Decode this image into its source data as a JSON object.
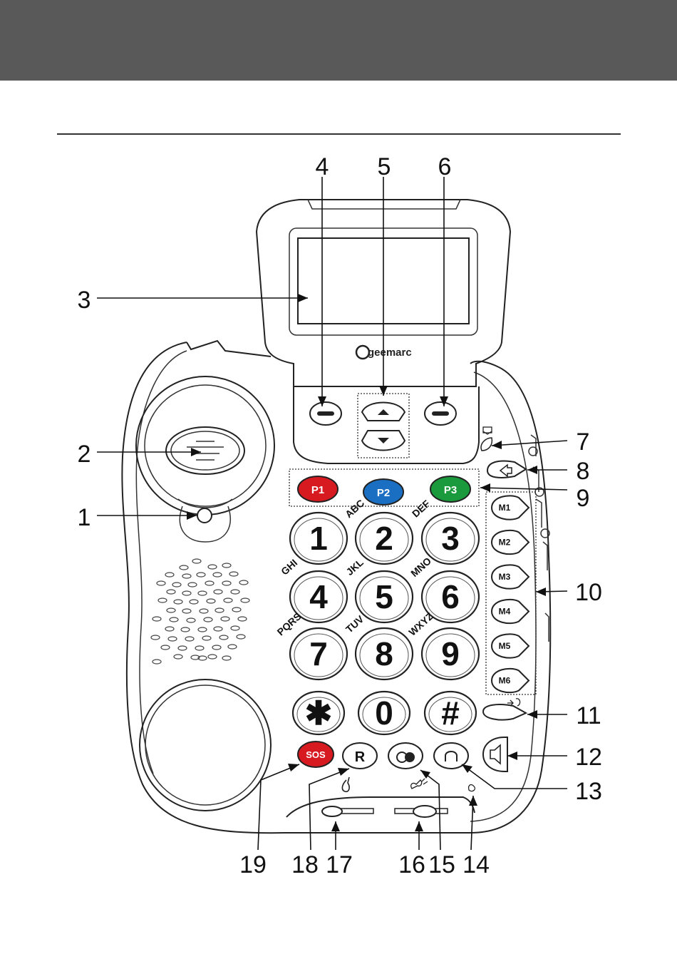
{
  "brand": "geemarc",
  "callouts": [
    "1",
    "2",
    "3",
    "4",
    "5",
    "6",
    "7",
    "8",
    "9",
    "10",
    "11",
    "12",
    "13",
    "14",
    "15",
    "16",
    "17",
    "18",
    "19"
  ],
  "keypad": {
    "keys": [
      {
        "digit": "1",
        "letters": ""
      },
      {
        "digit": "2",
        "letters": "ABC"
      },
      {
        "digit": "3",
        "letters": "DEF"
      },
      {
        "digit": "4",
        "letters": "GHI"
      },
      {
        "digit": "5",
        "letters": "JKL"
      },
      {
        "digit": "6",
        "letters": "MNO"
      },
      {
        "digit": "7",
        "letters": "PQRS"
      },
      {
        "digit": "8",
        "letters": "TUV"
      },
      {
        "digit": "9",
        "letters": "WXYZ"
      },
      {
        "digit": "✱",
        "letters": ""
      },
      {
        "digit": "0",
        "letters": ""
      },
      {
        "digit": "#",
        "letters": ""
      }
    ]
  },
  "photo_keys": [
    {
      "label": "P1",
      "color": "#d71920"
    },
    {
      "label": "P2",
      "color": "#1b6fc2"
    },
    {
      "label": "P3",
      "color": "#1a9a3c"
    }
  ],
  "memory_keys": [
    "M1",
    "M2",
    "M3",
    "M4",
    "M5",
    "M6"
  ],
  "bottom_buttons": {
    "sos": {
      "label": "SOS",
      "color": "#d71920"
    },
    "recall": {
      "label": "R"
    }
  },
  "colors": {
    "header": "#595959",
    "outline": "#222222"
  }
}
